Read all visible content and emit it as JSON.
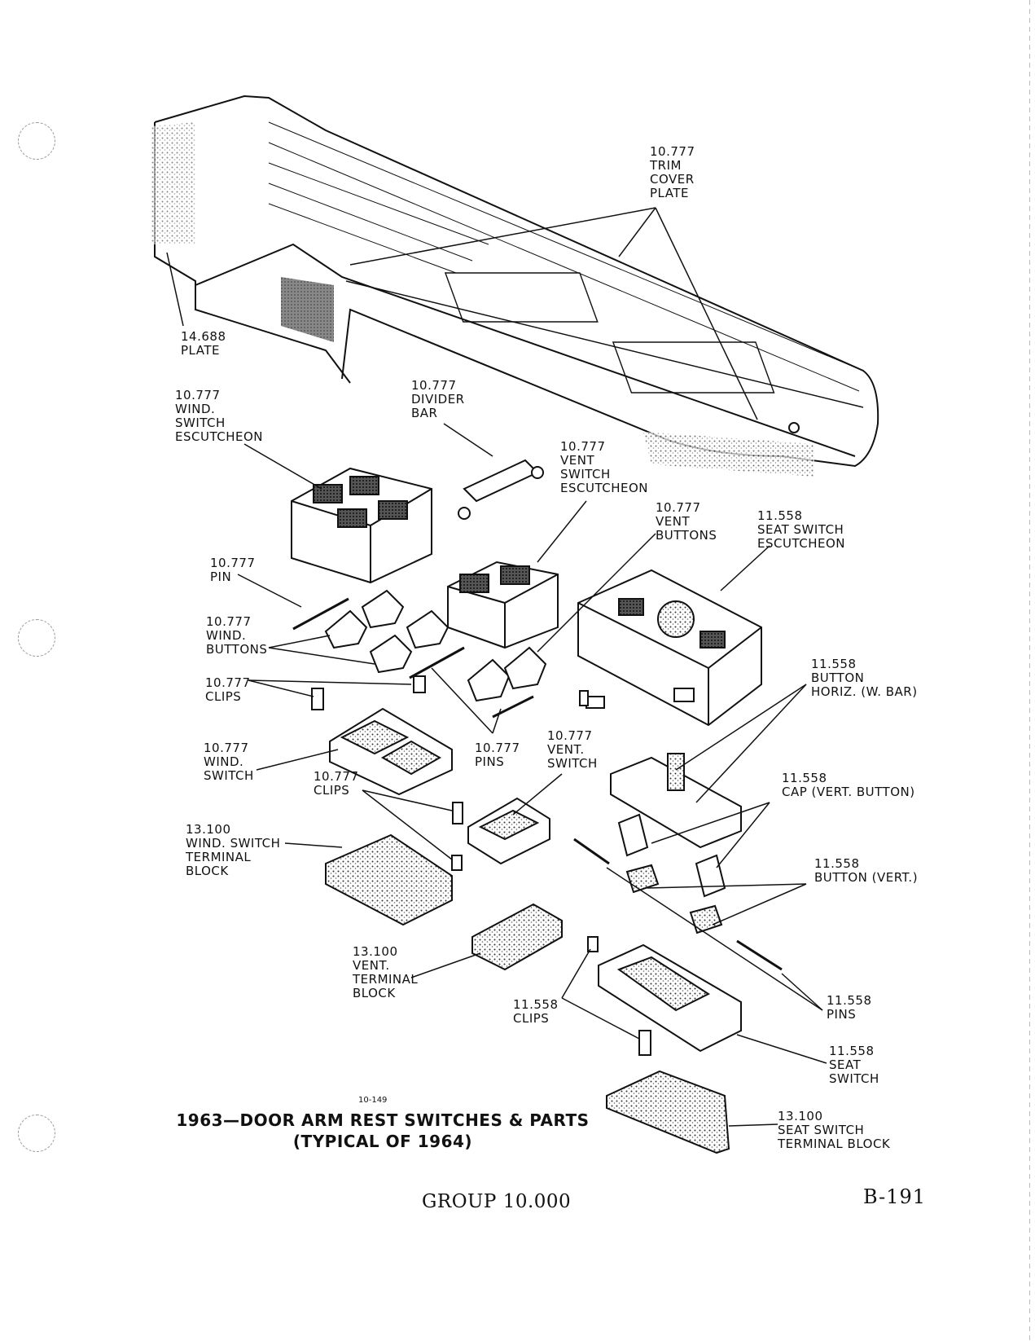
{
  "labels": {
    "trim_cover_plate": [
      "10.777",
      "TRIM",
      "COVER",
      "PLATE"
    ],
    "plate": [
      "14.688",
      "PLATE"
    ],
    "wind_switch_escutcheon": [
      "10.777",
      "WIND.",
      "SWITCH",
      "ESCUTCHEON"
    ],
    "divider_bar": [
      "10.777",
      "DIVIDER",
      "BAR"
    ],
    "vent_switch_escutcheon": [
      "10.777",
      "VENT",
      "SWITCH",
      "ESCUTCHEON"
    ],
    "vent_buttons": [
      "10.777",
      "VENT",
      "BUTTONS"
    ],
    "seat_switch_escutcheon": [
      "11.558",
      "SEAT SWITCH",
      "ESCUTCHEON"
    ],
    "pin": [
      "10.777",
      "PIN"
    ],
    "wind_buttons": [
      "10.777",
      "WIND.",
      "BUTTONS"
    ],
    "clips_upper": [
      "10.777",
      "CLIPS"
    ],
    "button_horiz": [
      "11.558",
      "BUTTON",
      "HORIZ. (W. BAR)"
    ],
    "wind_switch": [
      "10.777",
      "WIND.",
      "SWITCH"
    ],
    "pins": [
      "10.777",
      "PINS"
    ],
    "vent_switch": [
      "10.777",
      "VENT.",
      "SWITCH"
    ],
    "clips_lower": [
      "10.777",
      "CLIPS"
    ],
    "cap_vert_button": [
      "11.558",
      "CAP (VERT. BUTTON)"
    ],
    "wind_switch_terminal_block": [
      "13.100",
      "WIND. SWITCH",
      "TERMINAL",
      "BLOCK"
    ],
    "button_vert": [
      "11.558",
      "BUTTON (VERT.)"
    ],
    "vent_terminal_block": [
      "13.100",
      "VENT.",
      "TERMINAL",
      "BLOCK"
    ],
    "clips_seat": [
      "11.558",
      "CLIPS"
    ],
    "pins_seat": [
      "11.558",
      "PINS"
    ],
    "seat_switch": [
      "11.558",
      "SEAT",
      "SWITCH"
    ],
    "seat_switch_terminal_block": [
      "13.100",
      "SEAT SWITCH",
      "TERMINAL BLOCK"
    ]
  },
  "figure_number": "10-149",
  "caption_line1": "1963—DOOR ARM REST SWITCHES & PARTS",
  "caption_line2": "(TYPICAL OF 1964)",
  "group": "GROUP 10.000",
  "page_number": "B-191"
}
